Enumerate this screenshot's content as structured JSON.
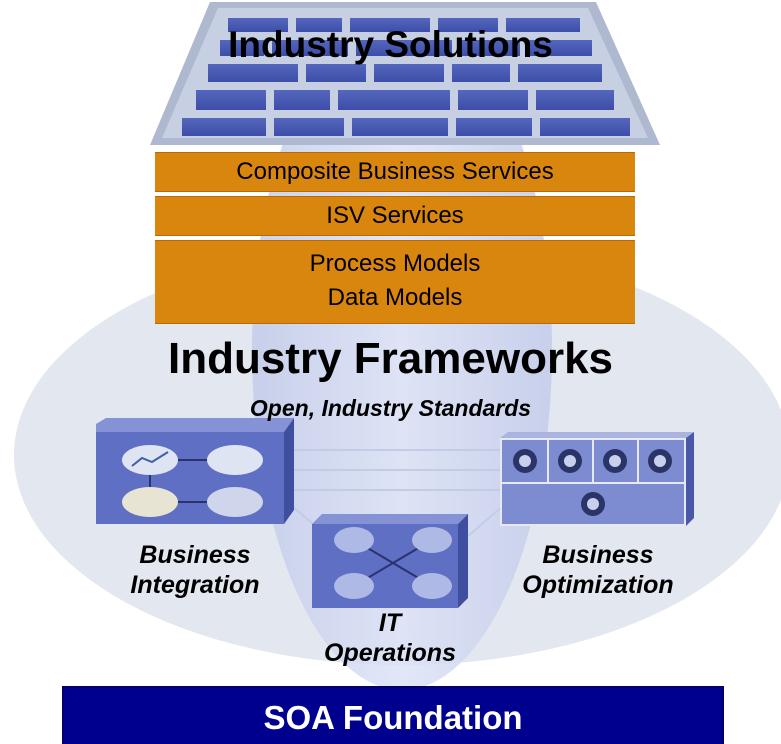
{
  "title": "Industry Solutions",
  "layers": [
    "Composite Business Services",
    "ISV Services"
  ],
  "models": [
    "Process Models",
    "Data Models"
  ],
  "framework": {
    "title": "Industry Frameworks",
    "subtitle": "Open, Industry Standards"
  },
  "components": {
    "integration": [
      "Business",
      "Integration"
    ],
    "operations": [
      "IT",
      "Operations"
    ],
    "optimization": [
      "Business",
      "Optimization"
    ]
  },
  "foundation": "SOA Foundation",
  "colors": {
    "ellipse": "#e3e7ef",
    "pillar": "#cdd6f2",
    "layer_orange": "#d9860f",
    "component_blue": "#5f6fc4",
    "foundation_navy": "#00008f"
  }
}
